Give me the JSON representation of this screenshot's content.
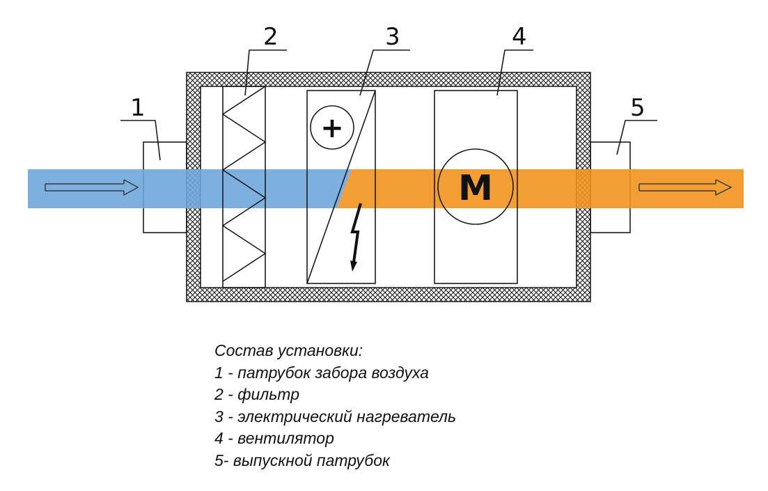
{
  "colors": {
    "intake_air": "#6fa6dc",
    "output_air": "#f2921f",
    "line": "#1a1a1a",
    "background": "#ffffff"
  },
  "callouts": {
    "c1": "1",
    "c2": "2",
    "c3": "3",
    "c4": "4",
    "c5": "5"
  },
  "symbols": {
    "motor": "M",
    "heater_plus": "+"
  },
  "icons": [
    "arrow-right-icon",
    "lightning-bolt-icon",
    "plus-icon"
  ],
  "legend": {
    "title": "Состав установки:",
    "items": [
      "1 - патрубок забора воздуха",
      "2 - фильтр",
      "3 - электрический нагреватель",
      "4 - вентилятор",
      "5- выпускной патрубок"
    ]
  }
}
